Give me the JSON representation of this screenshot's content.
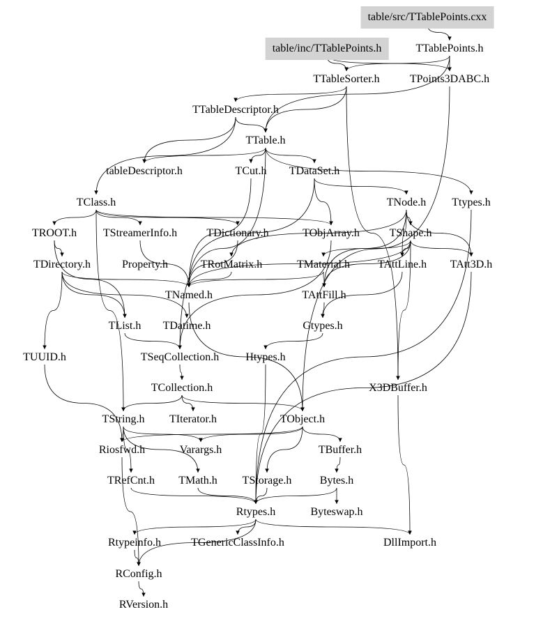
{
  "graph": {
    "type": "include-dependency-graph",
    "nodes": [
      {
        "id": "cxx",
        "label": "table/src/TTablePoints.cxx",
        "highlight": true
      },
      {
        "id": "inch",
        "label": "table/inc/TTablePoints.h",
        "highlight": true
      },
      {
        "id": "TTablePoints",
        "label": "TTablePoints.h"
      },
      {
        "id": "TTableSorter",
        "label": "TTableSorter.h"
      },
      {
        "id": "TPoints3DABC",
        "label": "TPoints3DABC.h"
      },
      {
        "id": "TTableDescriptor",
        "label": "TTableDescriptor.h"
      },
      {
        "id": "TTable",
        "label": "TTable.h"
      },
      {
        "id": "tableDescriptor",
        "label": "tableDescriptor.h"
      },
      {
        "id": "TCut",
        "label": "TCut.h"
      },
      {
        "id": "TDataSet",
        "label": "TDataSet.h"
      },
      {
        "id": "TClass",
        "label": "TClass.h"
      },
      {
        "id": "TNode",
        "label": "TNode.h"
      },
      {
        "id": "Ttypes",
        "label": "Ttypes.h"
      },
      {
        "id": "TROOT",
        "label": "TROOT.h"
      },
      {
        "id": "TStreamerInfo",
        "label": "TStreamerInfo.h"
      },
      {
        "id": "TDictionary",
        "label": "TDictionary.h"
      },
      {
        "id": "TObjArray",
        "label": "TObjArray.h"
      },
      {
        "id": "TShape",
        "label": "TShape.h"
      },
      {
        "id": "TDirectory",
        "label": "TDirectory.h"
      },
      {
        "id": "Property",
        "label": "Property.h"
      },
      {
        "id": "TRotMatrix",
        "label": "TRotMatrix.h"
      },
      {
        "id": "TMaterial",
        "label": "TMaterial.h"
      },
      {
        "id": "TAttLine",
        "label": "TAttLine.h"
      },
      {
        "id": "TAtt3D",
        "label": "TAtt3D.h"
      },
      {
        "id": "TNamed",
        "label": "TNamed.h"
      },
      {
        "id": "TAttFill",
        "label": "TAttFill.h"
      },
      {
        "id": "TList",
        "label": "TList.h"
      },
      {
        "id": "TDatime",
        "label": "TDatime.h"
      },
      {
        "id": "Gtypes",
        "label": "Gtypes.h"
      },
      {
        "id": "TUUID",
        "label": "TUUID.h"
      },
      {
        "id": "TSeqCollection",
        "label": "TSeqCollection.h"
      },
      {
        "id": "Htypes",
        "label": "Htypes.h"
      },
      {
        "id": "X3DBuffer",
        "label": "X3DBuffer.h"
      },
      {
        "id": "TCollection",
        "label": "TCollection.h"
      },
      {
        "id": "TString",
        "label": "TString.h"
      },
      {
        "id": "TIterator",
        "label": "TIterator.h"
      },
      {
        "id": "TObject",
        "label": "TObject.h"
      },
      {
        "id": "Riosfwd",
        "label": "Riosfwd.h"
      },
      {
        "id": "Varargs",
        "label": "Varargs.h"
      },
      {
        "id": "TBuffer",
        "label": "TBuffer.h"
      },
      {
        "id": "TRefCnt",
        "label": "TRefCnt.h"
      },
      {
        "id": "TMath",
        "label": "TMath.h"
      },
      {
        "id": "TStorage",
        "label": "TStorage.h"
      },
      {
        "id": "Bytes",
        "label": "Bytes.h"
      },
      {
        "id": "Rtypes",
        "label": "Rtypes.h"
      },
      {
        "id": "Byteswap",
        "label": "Byteswap.h"
      },
      {
        "id": "Rtypeinfo",
        "label": "Rtypeinfo.h"
      },
      {
        "id": "TGenericClassInfo",
        "label": "TGenericClassInfo.h"
      },
      {
        "id": "DllImport",
        "label": "DllImport.h"
      },
      {
        "id": "RConfig",
        "label": "RConfig.h"
      },
      {
        "id": "RVersion",
        "label": "RVersion.h"
      }
    ],
    "edges": [
      [
        "cxx",
        "TTablePoints"
      ],
      [
        "inch",
        "TTableSorter"
      ],
      [
        "inch",
        "TPoints3DABC"
      ],
      [
        "TTablePoints",
        "TTableSorter"
      ],
      [
        "TTablePoints",
        "TPoints3DABC"
      ],
      [
        "TTablePoints",
        "TTable"
      ],
      [
        "TTableSorter",
        "TTableDescriptor"
      ],
      [
        "TTableSorter",
        "TTable"
      ],
      [
        "TTableSorter",
        "X3DBuffer"
      ],
      [
        "TPoints3DABC",
        "TObject"
      ],
      [
        "TTableDescriptor",
        "TTable"
      ],
      [
        "TTableDescriptor",
        "tableDescriptor"
      ],
      [
        "TTableDescriptor",
        "TClass"
      ],
      [
        "TTable",
        "tableDescriptor"
      ],
      [
        "TTable",
        "TCut"
      ],
      [
        "TTable",
        "TDataSet"
      ],
      [
        "TTable",
        "Ttypes"
      ],
      [
        "TTable",
        "TSeqCollection"
      ],
      [
        "TCut",
        "TNamed"
      ],
      [
        "TDataSet",
        "TNode"
      ],
      [
        "TDataSet",
        "TObjArray"
      ],
      [
        "TDataSet",
        "TNamed"
      ],
      [
        "TClass",
        "TROOT"
      ],
      [
        "TClass",
        "TStreamerInfo"
      ],
      [
        "TClass",
        "TDictionary"
      ],
      [
        "TClass",
        "TObjArray"
      ],
      [
        "TClass",
        "TString"
      ],
      [
        "TNode",
        "TShape"
      ],
      [
        "TNode",
        "TAtt3D"
      ],
      [
        "TNode",
        "TAttLine"
      ],
      [
        "TNode",
        "TAttFill"
      ],
      [
        "TNode",
        "TRotMatrix"
      ],
      [
        "Ttypes",
        "Rtypes"
      ],
      [
        "TROOT",
        "TDirectory"
      ],
      [
        "TROOT",
        "TList"
      ],
      [
        "TStreamerInfo",
        "TNamed"
      ],
      [
        "TDictionary",
        "TNamed"
      ],
      [
        "TObjArray",
        "TSeqCollection"
      ],
      [
        "TShape",
        "TAttLine"
      ],
      [
        "TShape",
        "TAtt3D"
      ],
      [
        "TShape",
        "TAttFill"
      ],
      [
        "TShape",
        "TMaterial"
      ],
      [
        "TShape",
        "TNamed"
      ],
      [
        "TShape",
        "X3DBuffer"
      ],
      [
        "TDirectory",
        "TNamed"
      ],
      [
        "TDirectory",
        "TList"
      ],
      [
        "TDirectory",
        "TDatime"
      ],
      [
        "TDirectory",
        "TUUID"
      ],
      [
        "TRotMatrix",
        "TNamed"
      ],
      [
        "TMaterial",
        "TAttFill"
      ],
      [
        "TMaterial",
        "TNamed"
      ],
      [
        "TAttLine",
        "Gtypes"
      ],
      [
        "TAttFill",
        "Gtypes"
      ],
      [
        "TAtt3D",
        "Rtypes"
      ],
      [
        "TNamed",
        "TObject"
      ],
      [
        "TList",
        "TSeqCollection"
      ],
      [
        "Gtypes",
        "Htypes"
      ],
      [
        "TUUID",
        "Riosfwd"
      ],
      [
        "Htypes",
        "Rtypes"
      ],
      [
        "X3DBuffer",
        "DllImport"
      ],
      [
        "TSeqCollection",
        "TCollection"
      ],
      [
        "TCollection",
        "TString"
      ],
      [
        "TCollection",
        "TIterator"
      ],
      [
        "TCollection",
        "TObject"
      ],
      [
        "TString",
        "Riosfwd"
      ],
      [
        "TString",
        "TRefCnt"
      ],
      [
        "TString",
        "TMath"
      ],
      [
        "TString",
        "Varargs"
      ],
      [
        "TObject",
        "Varargs"
      ],
      [
        "TObject",
        "TBuffer"
      ],
      [
        "TObject",
        "TStorage"
      ],
      [
        "TObject",
        "Riosfwd"
      ],
      [
        "TBuffer",
        "Bytes"
      ],
      [
        "Riosfwd",
        "RConfig"
      ],
      [
        "TRefCnt",
        "Rtypes"
      ],
      [
        "TMath",
        "Rtypes"
      ],
      [
        "TStorage",
        "Rtypes"
      ],
      [
        "Bytes",
        "Rtypes"
      ],
      [
        "Bytes",
        "Byteswap"
      ],
      [
        "Rtypes",
        "Rtypeinfo"
      ],
      [
        "Rtypes",
        "TGenericClassInfo"
      ],
      [
        "Rtypes",
        "DllImport"
      ],
      [
        "Rtypes",
        "RConfig"
      ],
      [
        "Rtypeinfo",
        "RConfig"
      ],
      [
        "RConfig",
        "RVersion"
      ]
    ]
  }
}
